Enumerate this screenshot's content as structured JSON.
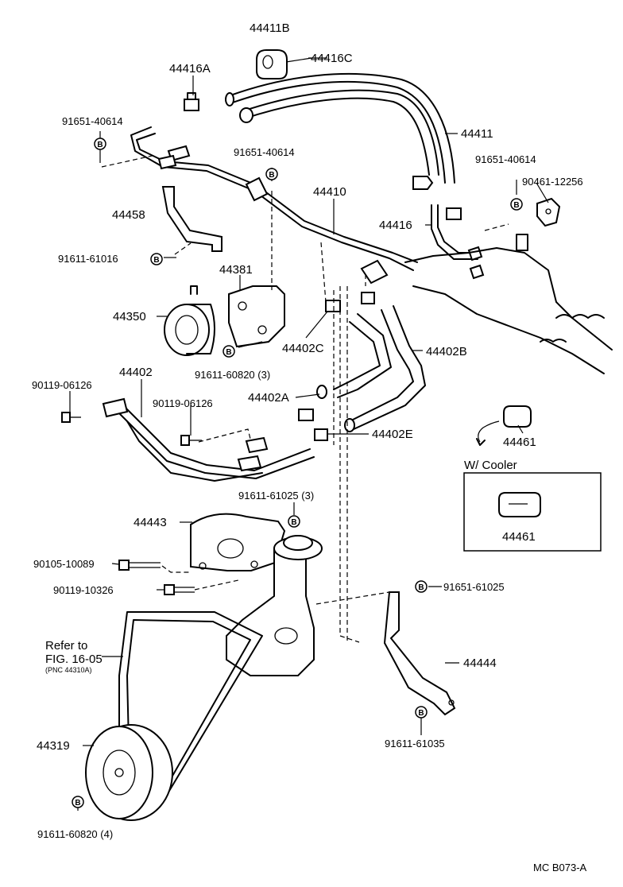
{
  "labels": {
    "p44411B": "44411B",
    "p44416C": "44416C",
    "p44416A": "44416A",
    "p44411": "44411",
    "b91651_40614_a": "91651-40614",
    "b91651_40614_b": "91651-40614",
    "b91651_40614_c": "91651-40614",
    "p90461_12256": "90461-12256",
    "p44410": "44410",
    "p44416": "44416",
    "p44458": "44458",
    "b91611_61016": "91611-61016",
    "p44381": "44381",
    "p44350": "44350",
    "p44402C": "44402C",
    "p44402B": "44402B",
    "b91611_60820_3": "91611-60820 (3)",
    "p44402": "44402",
    "p90119_06126_a": "90119-06126",
    "p90119_06126_b": "90119-06126",
    "p44402A": "44402A",
    "p44402E": "44402E",
    "p44461_a": "44461",
    "w_cooler": "W/ Cooler",
    "p44461_b": "44461",
    "b91611_61025_3": "91611-61025 (3)",
    "p44443": "44443",
    "p90105_10089": "90105-10089",
    "p90119_10326": "90119-10326",
    "b91651_61025": "91651-61025",
    "refer_to": "Refer to",
    "fig_16_05": "FIG. 16-05",
    "pnc_44310a": "(PNC 44310A)",
    "p44444": "44444",
    "p44319": "44319",
    "b91611_61035": "91611-61035",
    "b91611_60820_4": "91611-60820 (4)",
    "code": "MC  B073-A"
  },
  "bolt_marker": "B"
}
